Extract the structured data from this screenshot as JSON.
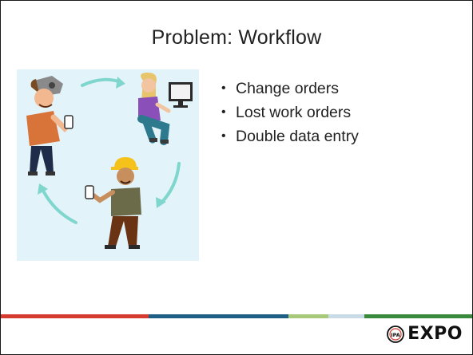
{
  "slide": {
    "title": "Problem: Workflow",
    "bullets": [
      "Change orders",
      "Lost work orders",
      "Double data entry"
    ],
    "bullet_glyph": "•"
  },
  "footer": {
    "color_bar": [
      "#d63b2f",
      "#1f5f86",
      "#a8c87a",
      "#c9dbe6",
      "#3a8a3e"
    ],
    "logo_text": "EXPO",
    "logo_mark_icon": "ipa-seal-icon",
    "logo_mark_lettering": "IPA"
  },
  "illustration": {
    "icons": [
      "person-with-vr-headset-icon",
      "person-at-computer-icon",
      "construction-worker-icon",
      "cycle-arrows-icon"
    ],
    "background": "#e3f3fa",
    "arrow_color": "#7fd6cc"
  }
}
